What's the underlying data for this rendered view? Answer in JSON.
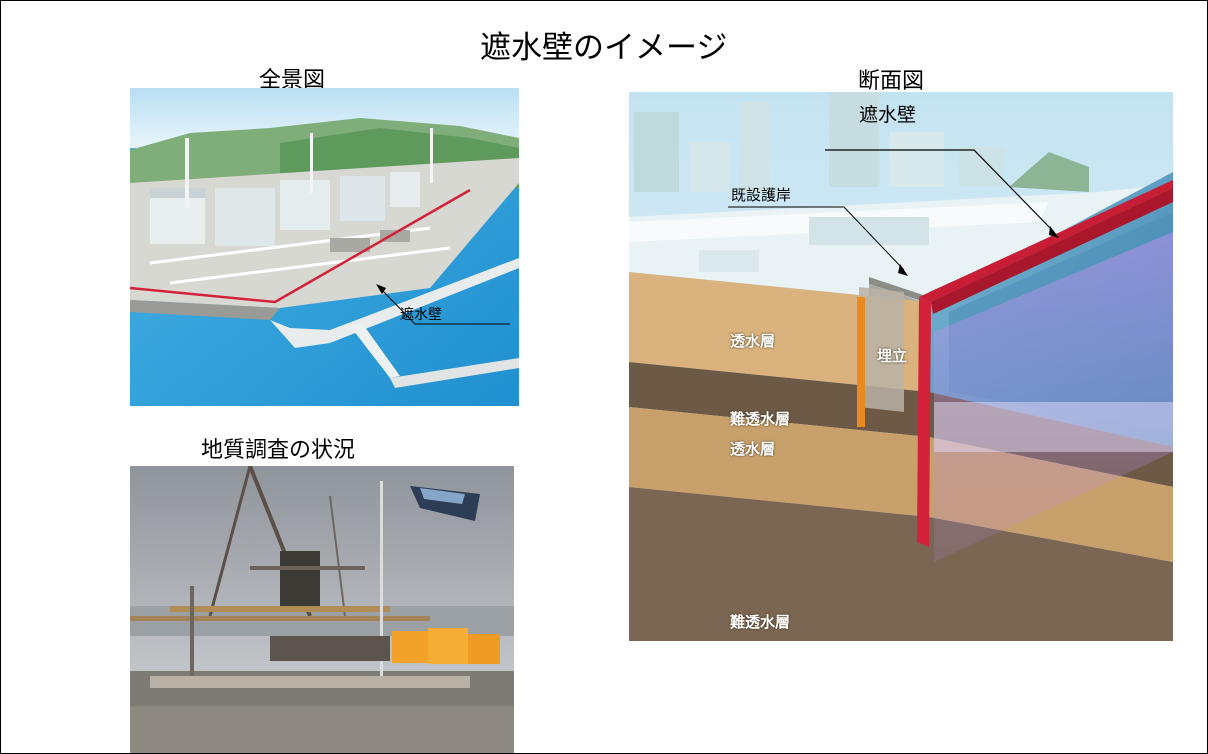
{
  "title": "遮水壁のイメージ",
  "overview": {
    "title": "全景図",
    "wall_label": "遮水壁"
  },
  "survey": {
    "title": "地質調査の状況"
  },
  "cross_section": {
    "title": "断面図",
    "wall_label": "遮水壁",
    "revetment_label": "既設護岸",
    "permeable_layer_upper": "透水層",
    "reclaimed_label": "埋立",
    "impermeable_layer_upper": "難透水層",
    "permeable_layer_lower": "透水層",
    "impermeable_layer_lower": "難透水層"
  },
  "colors": {
    "wall_red": "#d4213a",
    "sea_blue": "#2f9fd8",
    "sand": "#d9b27e",
    "dark_layer": "#6d5a46",
    "sky": "#cfe6f2"
  }
}
